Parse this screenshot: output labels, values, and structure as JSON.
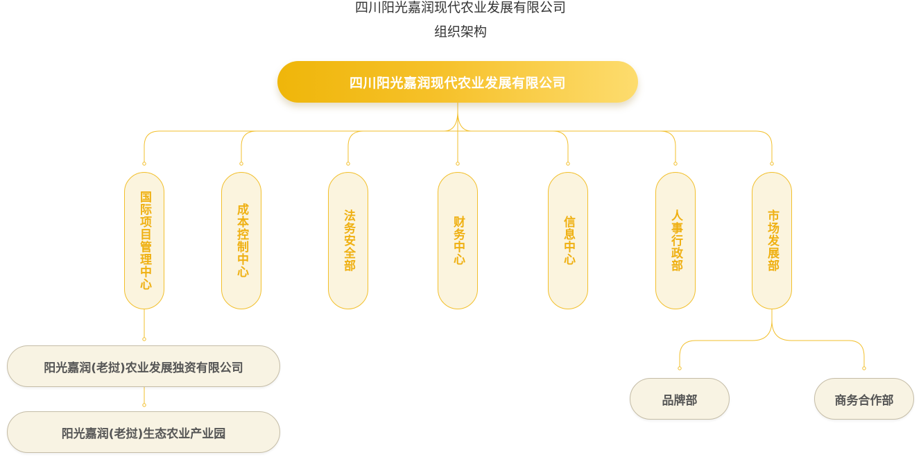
{
  "header": {
    "company": "四川阳光嘉润现代农业发展有限公司",
    "subtitle": "组织架构"
  },
  "root": {
    "label": "四川阳光嘉润现代农业发展有限公司"
  },
  "departments": [
    {
      "label": "国际项目管理中心"
    },
    {
      "label": "成本控制中心"
    },
    {
      "label": "法务安全部"
    },
    {
      "label": "财务中心"
    },
    {
      "label": "信息中心"
    },
    {
      "label": "人事行政部"
    },
    {
      "label": "市场发展部"
    }
  ],
  "international_children": [
    {
      "label": "阳光嘉润(老挝)农业发展独资有限公司"
    },
    {
      "label": "阳光嘉润(老挝)生态农业产业园"
    }
  ],
  "market_children": [
    {
      "label": "品牌部"
    },
    {
      "label": "商务合作部"
    }
  ],
  "colors": {
    "accent": "#f2bf2b",
    "dept_fill": "#fbf4de",
    "dept_text": "#efb012",
    "sub_fill": "#f8f3e3",
    "sub_border": "#c4bca6"
  }
}
